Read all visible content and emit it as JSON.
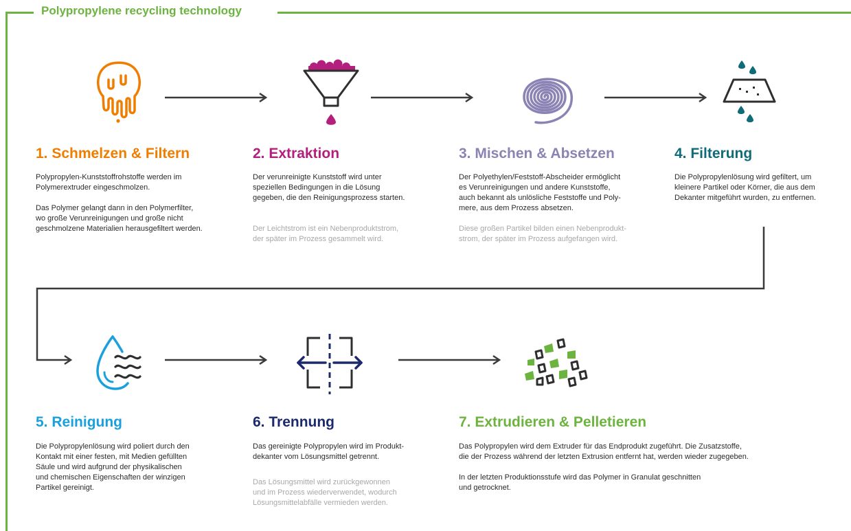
{
  "title": "Polypropylene recycling technology",
  "colors": {
    "frame": "#6db33f",
    "step1": "#ef7d00",
    "step2": "#b21f7d",
    "step3": "#8a83b3",
    "step4": "#0f6b78",
    "step5": "#1aa0dc",
    "step6": "#1b2a6b",
    "step7": "#6db33f",
    "arrow": "#3a3a3a"
  },
  "steps": [
    {
      "title": "1. Schmelzen & Filtern",
      "icon": "melting-plastic-icon",
      "lines": [
        "Polypropylen-Kunststoffrohstoffe werden im",
        "Polymerextruder eingeschmolzen.",
        "",
        "Das Polymer gelangt dann in den Polymerfilter,",
        "wo große Verunreinigungen und große nicht",
        "geschmolzene Materialien herausgefiltert werden."
      ],
      "note_lines": []
    },
    {
      "title": "2. Extraktion",
      "icon": "funnel-icon",
      "lines": [
        "Der verunreinigte Kunststoff wird unter",
        "speziellen Bedingungen in die Lösung",
        "gegeben, die den Reinigungsprozess starten."
      ],
      "note_lines": [
        "Der Leichtstrom ist ein Nebenproduktstrom,",
        "der später im Prozess gesammelt wird."
      ]
    },
    {
      "title": "3. Mischen & Absetzen",
      "icon": "spiral-icon",
      "lines": [
        "Der Polyethylen/Feststoff-Abscheider ermöglicht",
        "es Verunreinigungen und andere Kunststoffe,",
        "auch bekannt als unlösliche Feststoffe und Poly-",
        "mere, aus dem Prozess absetzen."
      ],
      "note_lines": [
        "Diese großen Partikel bilden einen Nebenprodukt-",
        "strom, der später im Prozess aufgefangen wird."
      ]
    },
    {
      "title": "4. Filterung",
      "icon": "filter-drops-icon",
      "lines": [
        "Die Polypropylenlösung wird gefiltert, um",
        "kleinere Partikel oder Körner, die aus dem",
        "Dekanter mitgeführt wurden, zu entfernen."
      ],
      "note_lines": []
    },
    {
      "title": "5. Reinigung",
      "icon": "droplet-waves-icon",
      "lines": [
        "Die Polypropylenlösung wird poliert durch den",
        "Kontakt mit einer festen, mit Medien gefüllten",
        "Säule und wird aufgrund der physikalischen",
        "und chemischen Eigenschaften der winzigen",
        "Partikel gereinigt."
      ],
      "note_lines": []
    },
    {
      "title": "6. Trennung",
      "icon": "separation-icon",
      "lines": [
        "Das gereinigte Polypropylen wird im Produkt-",
        "dekanter vom Lösungsmittel getrennt."
      ],
      "note_lines": [
        "Das Lösungsmittel wird zurückgewonnen",
        "und im Prozess wiederverwendet, wodurch",
        "Lösungsmittelabfälle vermieden werden."
      ]
    },
    {
      "title": "7. Extrudieren & Pelletieren",
      "icon": "pellets-icon",
      "lines": [
        "Das Polypropylen wird dem Extruder für das Endprodukt zugeführt. Die Zusatzstoffe,",
        "die der Prozess während der letzten Extrusion entfernt hat, werden wieder zugegeben.",
        "",
        "In der letzten Produktionsstufe wird das Polymer in Granulat geschnitten",
        "und getrocknet."
      ],
      "note_lines": []
    }
  ]
}
